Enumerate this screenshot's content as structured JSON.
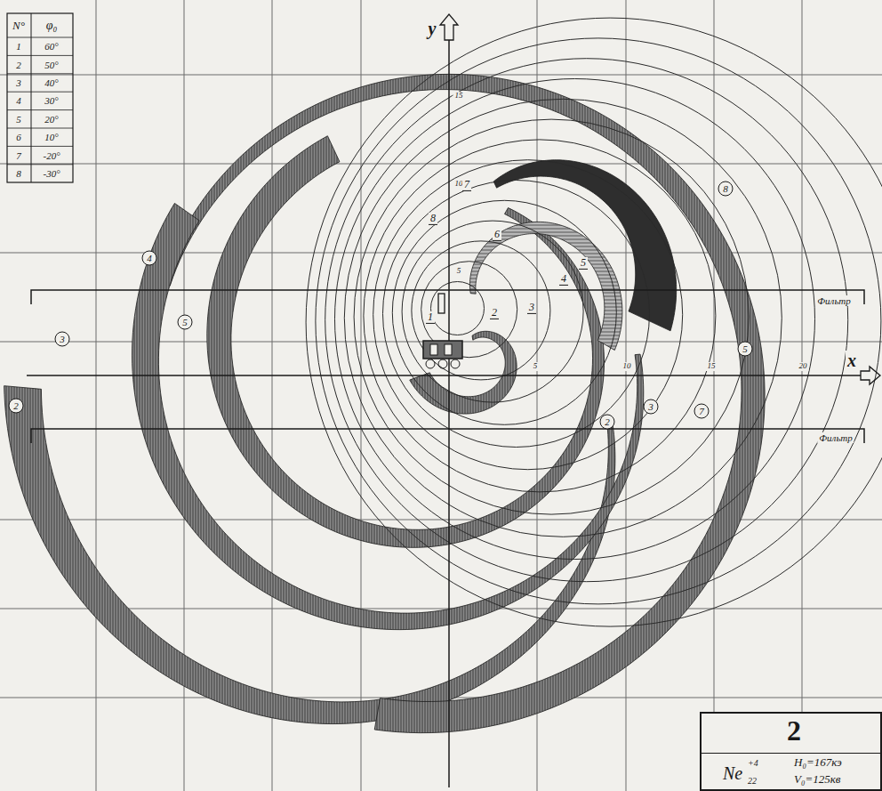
{
  "diagram": {
    "nodes": [
      {
        "text": [
          "2",
          "Ne",
          "+4",
          "22",
          "H₀=167кэ",
          "V₀=125кв"
        ]
      }
    ],
    "labels": [
      "N°",
      "φ₀",
      "1",
      "60°",
      "2",
      "50°",
      "3",
      "40°",
      "4",
      "30°",
      "5",
      "20°",
      "6",
      "10°",
      "7",
      "-20°",
      "8",
      "-30°",
      "y",
      "x",
      "Фильтр",
      "Фильтр",
      "5",
      "10",
      "15",
      "20",
      "15",
      "10",
      "5",
      "1",
      "2",
      "3",
      "4",
      "5",
      "6",
      "7",
      "8",
      "2",
      "3",
      "4",
      "5",
      "8",
      "3",
      "2",
      "7",
      "5"
    ]
  }
}
